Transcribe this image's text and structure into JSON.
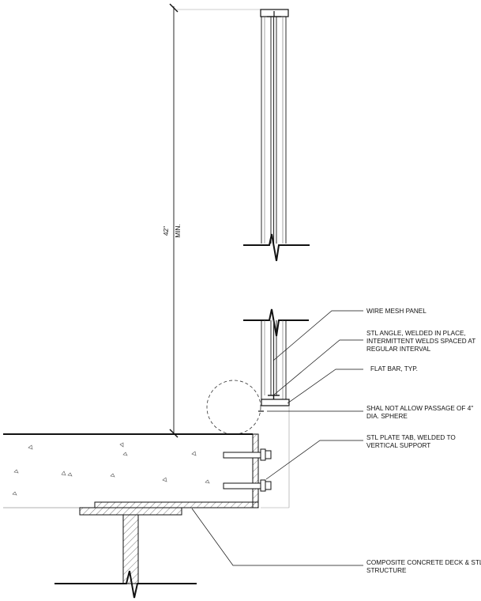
{
  "dimension": {
    "line1": "42\"",
    "line2": "MIN."
  },
  "callouts": [
    {
      "id": "wire-mesh-panel",
      "lines": [
        "WIRE MESH PANEL"
      ]
    },
    {
      "id": "stl-angle",
      "lines": [
        "STL ANGLE, WELDED IN PLACE,",
        "INTERMITTENT WELDS SPACED AT",
        "REGULAR INTERVAL"
      ]
    },
    {
      "id": "flat-bar",
      "lines": [
        "FLAT BAR, TYP."
      ]
    },
    {
      "id": "sphere-note",
      "lines": [
        "SHAL NOT ALLOW PASSAGE OF 4\"",
        "DIA. SPHERE"
      ]
    },
    {
      "id": "plate-tab",
      "lines": [
        "STL PLATE TAB, WELDED TO",
        "VERTICAL SUPPORT"
      ]
    },
    {
      "id": "deck-structure",
      "lines": [
        "COMPOSITE CONCRETE DECK & STL",
        "STRUCTURE"
      ]
    }
  ],
  "colors": {
    "line": "#111111",
    "light_line": "#8a8a8a",
    "hatch": "#555555"
  }
}
